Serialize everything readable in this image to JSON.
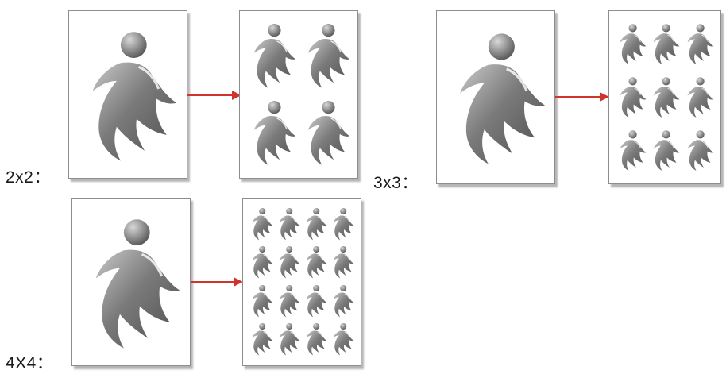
{
  "groups": [
    {
      "id": "2x2",
      "label": "2x2：",
      "rows": 2,
      "cols": 2
    },
    {
      "id": "3x3",
      "label": "3x3：",
      "rows": 3,
      "cols": 3
    },
    {
      "id": "4x4",
      "label": "4X4：",
      "rows": 4,
      "cols": 4
    }
  ],
  "colors": {
    "arrow": "#d0342c",
    "figure_dark": "#5e5e5e",
    "figure_light": "#b4b4b4",
    "page_border": "#8d8d8d"
  },
  "icons": {
    "figure": "dancing-figure-icon",
    "arrow": "right-arrow-icon"
  }
}
